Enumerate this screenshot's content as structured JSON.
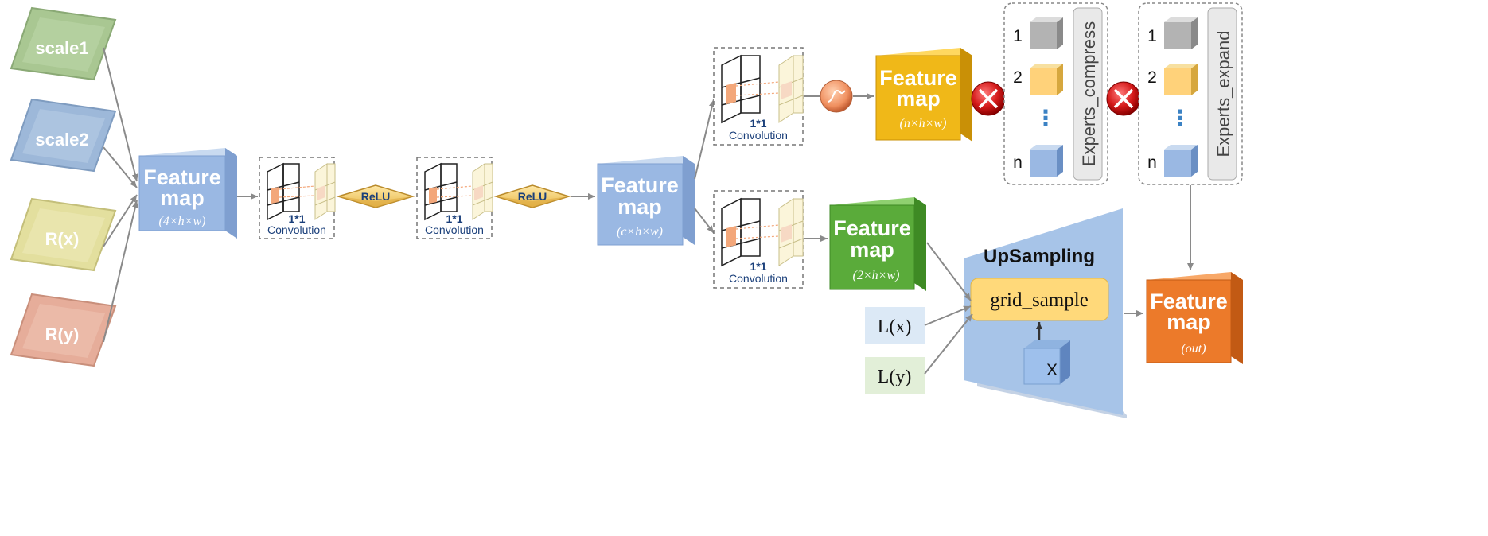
{
  "inputs": {
    "scale1": "scale1",
    "scale2": "scale2",
    "rx": "R(x)",
    "ry": "R(y)"
  },
  "feature_map_label": {
    "line1": "Feature",
    "line2": "map"
  },
  "fm_input_dims": "(4×h×w)",
  "fm_mid_dims": "(c×h×w)",
  "fm_top_dims": "(n×h×w)",
  "fm_offset_dims": "(2×h×w)",
  "fm_out_dims": "(out)",
  "conv": {
    "line1": "1*1",
    "line2": "Convolution"
  },
  "relu": "ReLU",
  "experts": {
    "compress_label": "Experts_compress",
    "expand_label": "Experts_expand",
    "index_1": "1",
    "index_2": "2",
    "index_n": "n",
    "ellipsis": "⋮"
  },
  "upsampling": {
    "title": "UpSampling",
    "grid_sample": "grid_sample",
    "x_label": "X"
  },
  "lx": "L(x)",
  "ly": "L(y)",
  "colors": {
    "green": "#a9c792",
    "blue": "#9db8d9",
    "yellow": "#e3df9e",
    "pink": "#e6ad9a",
    "fm_blue": "#9ab8e3",
    "fm_gold": "#f0b818",
    "fm_green": "#5aab3a",
    "fm_orange": "#ec7a2a",
    "upsample": "#a7c4e8",
    "grid_sample": "#ffd97a",
    "conv_highlight": "#f3a77a",
    "multiply": "#cc1111"
  }
}
